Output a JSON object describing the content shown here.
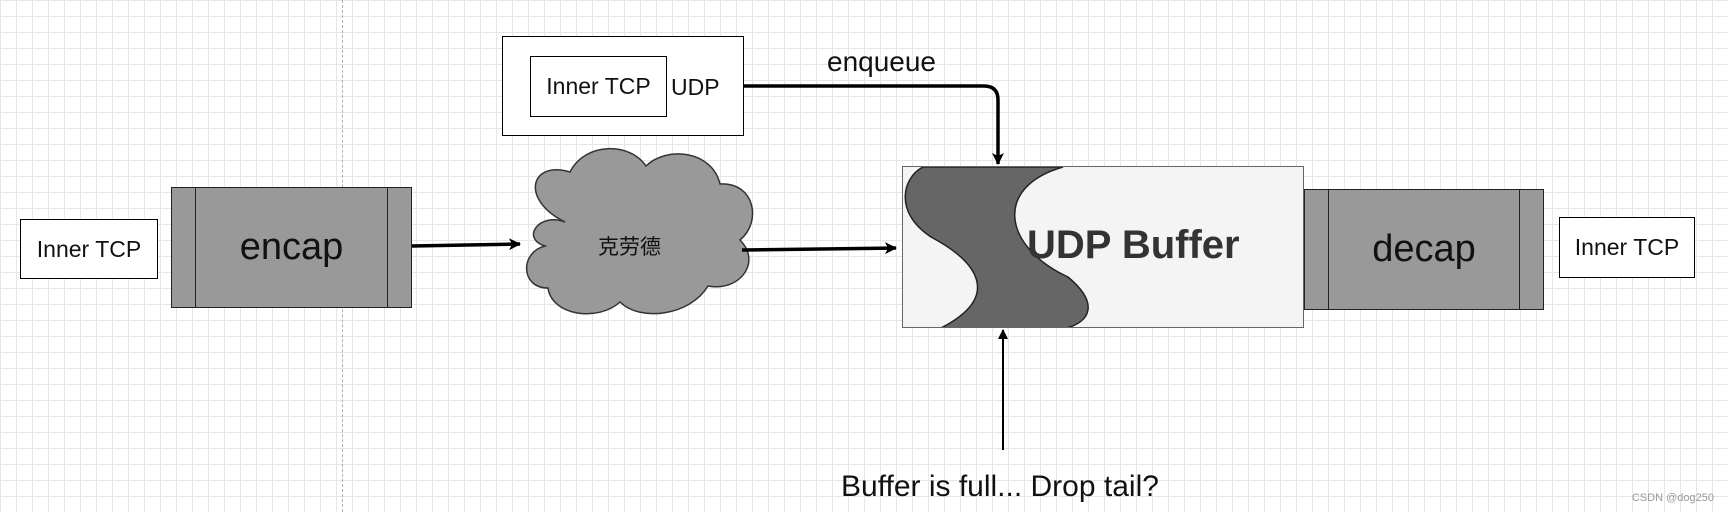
{
  "nodes": {
    "inner_tcp_left": "Inner TCP",
    "encap": "encap",
    "packet_inner": "Inner TCP",
    "packet_udp": "UDP",
    "cloud": "克劳德",
    "buffer": "UDP Buffer",
    "decap": "decap",
    "inner_tcp_right": "Inner TCP"
  },
  "labels": {
    "enqueue": "enqueue",
    "drop_note": "Buffer is full... Drop tail?"
  },
  "watermark": "CSDN @dog250",
  "colors": {
    "process_fill": "#999999",
    "cloud_fill": "#999999",
    "buffer_fill": "#f4f4f4",
    "buffer_wave": "#666666",
    "grid": "#e6e6e6"
  }
}
